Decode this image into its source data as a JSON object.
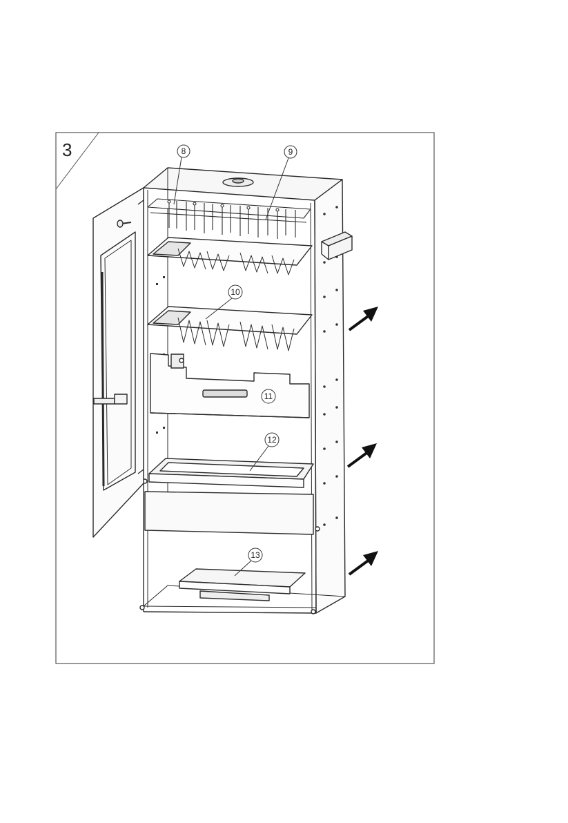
{
  "figure": {
    "step_number": "3",
    "callouts": [
      {
        "id": "c8",
        "label": "8"
      },
      {
        "id": "c9",
        "label": "9"
      },
      {
        "id": "c10",
        "label": "10"
      },
      {
        "id": "c11",
        "label": "11"
      },
      {
        "id": "c12",
        "label": "12"
      },
      {
        "id": "c13",
        "label": "13"
      }
    ],
    "arrows_count": 3,
    "colors": {
      "line": "#2a2a2a",
      "frame": "#555555",
      "background": "#ffffff",
      "shade": "#e9e9e9"
    }
  }
}
